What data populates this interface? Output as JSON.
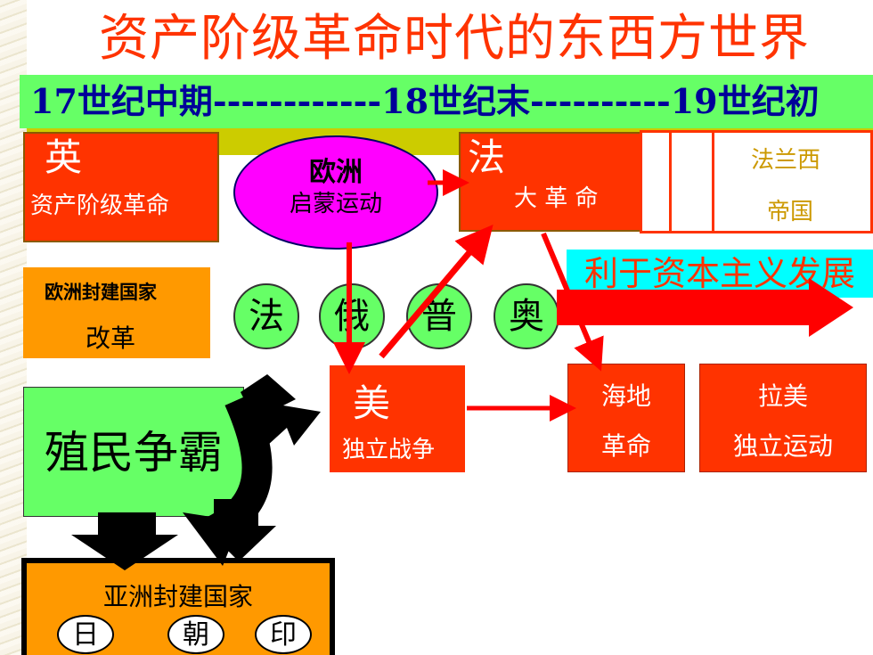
{
  "title": "资产阶级革命时代的东西方世界",
  "timeline": "17世纪中期------------18世纪末----------19世纪初",
  "britain": {
    "country": "英",
    "event": "资产阶级革命"
  },
  "europe": {
    "region": "欧洲",
    "event": "启蒙运动"
  },
  "france": {
    "country": "法",
    "event": "大 革 命"
  },
  "empire": {
    "line1": "法兰西",
    "line2": "帝国"
  },
  "benefit": "利于资本主义发展",
  "reform": {
    "line1": "欧洲封建国家",
    "line2": "改革"
  },
  "reform_countries": [
    "法",
    "俄",
    "普",
    "奥"
  ],
  "usa": {
    "country": "美",
    "event": "独立战争"
  },
  "haiti": {
    "line1": "海地",
    "line2": "革命"
  },
  "latam": {
    "line1": "拉美",
    "line2": "独立运动"
  },
  "colony": "殖民争霸",
  "asia": {
    "title": "亚洲封建国家",
    "countries": [
      "日",
      "朝",
      "印"
    ]
  },
  "colors": {
    "red": "#ff3300",
    "green": "#66ff66",
    "orange": "#ff9900",
    "magenta": "#ff00ff",
    "cyan": "#00ffff",
    "olive": "#cccc00",
    "navy": "#000099"
  }
}
